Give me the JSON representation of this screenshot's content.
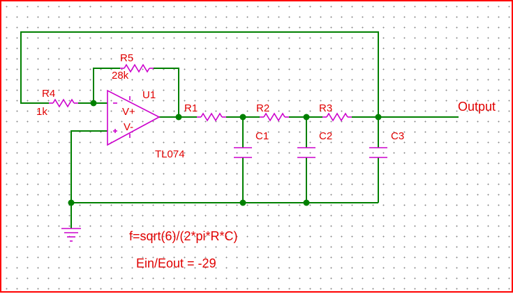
{
  "schematic": {
    "labels": {
      "r4_ref": "R4",
      "r4_value": "1k",
      "r5_ref": "R5",
      "r5_value": "28k",
      "u1_ref": "U1",
      "u1_plus": "V+",
      "u1_minus": "V-",
      "u1_part": "TL074",
      "r1_ref": "R1",
      "r2_ref": "R2",
      "r3_ref": "R3",
      "c1_ref": "C1",
      "c2_ref": "C2",
      "c3_ref": "C3",
      "output": "Output"
    },
    "formulas": {
      "frequency": "f=sqrt(6)/(2*pi*R*C)",
      "gain": "Ein/Eout = -29"
    },
    "colors": {
      "wire": "#008000",
      "component": "#cc00cc",
      "label": "#e00000",
      "node": "#008000",
      "border": "#ff0000"
    }
  }
}
